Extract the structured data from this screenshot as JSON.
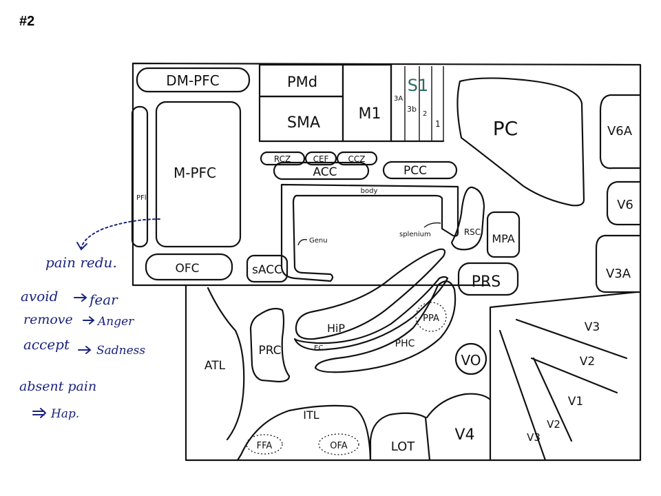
{
  "page_label": "#2",
  "regions": {
    "dm_pfc": "DM-PFC",
    "m_pfc": "M-PFC",
    "pfl": "PFl",
    "ofc": "OFC",
    "sacc": "sACC",
    "pmd": "PMd",
    "sma": "SMA",
    "m1": "M1",
    "s1": "S1",
    "s1_3a": "3A",
    "s1_3b": "3b",
    "s1_2": "2",
    "s1_1": "1",
    "pc": "PC",
    "v6a": "V6A",
    "v6": "V6",
    "v3a": "V3A",
    "rcz": "RCZ",
    "cef": "CEF",
    "ccz": "CCZ",
    "acc": "ACC",
    "pcc": "PCC",
    "body": "body",
    "genu": "Genu",
    "splenium": "splenium",
    "rsc": "RSC",
    "mpa": "MPA",
    "prs": "PRS",
    "hip": "HiP",
    "ec": "EC",
    "phc": "PHC",
    "ppa": "PPA",
    "prc": "PRC",
    "atl": "ATL",
    "vo": "VO",
    "itl": "ITL",
    "ffa": "FFA",
    "ofa": "OFA",
    "lot": "LOT",
    "v4": "V4",
    "v3_top": "V3",
    "v2_top": "V2",
    "v1": "V1",
    "v2_bottom": "V2",
    "v3_bottom": "V3"
  },
  "notes": {
    "pain_redu": "pain redu.",
    "avoid": "avoid",
    "fear": "fear",
    "remove": "remove",
    "anger": "Anger",
    "accept": "accept",
    "sadness": "Sadness",
    "absent_pain": "absent pain",
    "hap": "Hap."
  },
  "colors": {
    "ink": "#111111",
    "note_ink": "#1a237e",
    "s1_ink": "#2e6b5e"
  }
}
